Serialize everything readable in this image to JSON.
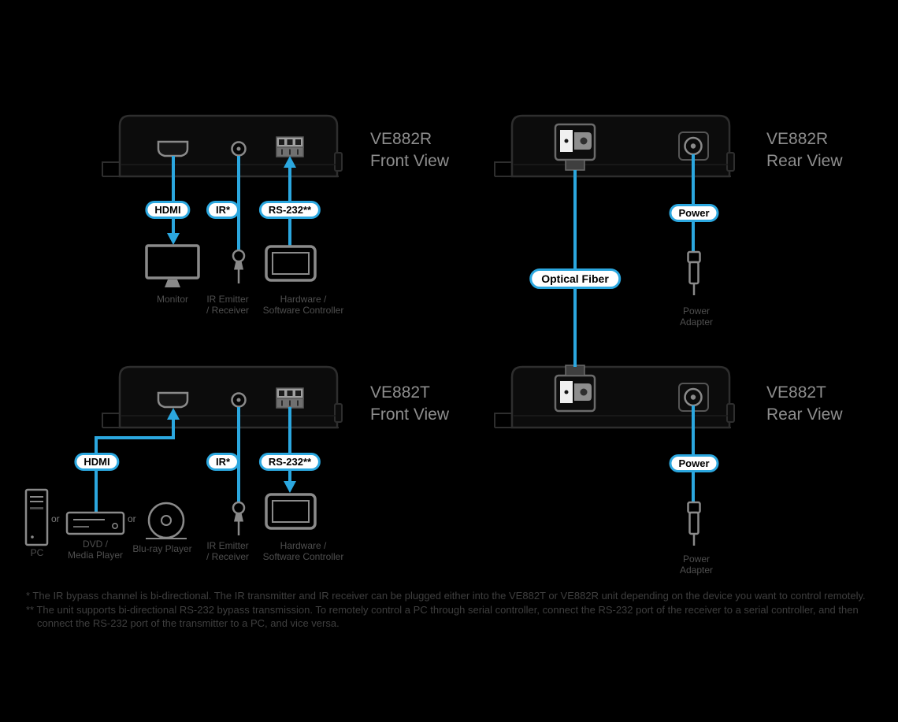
{
  "colors": {
    "accent_blue": "#2BA7DF",
    "background": "#000000",
    "caption_gray": "#8E8E8E"
  },
  "panels": {
    "receiver_front": {
      "model": "VE882R",
      "view": "Front View"
    },
    "receiver_rear": {
      "model": "VE882R",
      "view": "Rear View"
    },
    "transmitter_front": {
      "model": "VE882T",
      "view": "Front View"
    },
    "transmitter_rear": {
      "model": "VE882T",
      "view": "Rear View"
    }
  },
  "connector_labels": {
    "hdmi": "HDMI",
    "ir": "IR*",
    "rs232": "RS-232**",
    "power": "Power",
    "optical_fiber": "Optical Fiber"
  },
  "peripherals": {
    "monitor": "Monitor",
    "ir_emitter": {
      "line1": "IR Emitter",
      "line2": "/ Receiver"
    },
    "controller": {
      "line1": "Hardware /",
      "line2": "Software Controller"
    },
    "power_adapter": {
      "line1": "Power",
      "line2": "Adapter"
    },
    "pc": "PC",
    "dvd": {
      "line1": "DVD /",
      "line2": "Media Player"
    },
    "bluray": "Blu-ray Player",
    "or": "or"
  },
  "footnotes": {
    "line1": "* The IR bypass channel is bi-directional. The IR transmitter and IR receiver can be plugged either into the VE882T or VE882R unit depending on the device you want to control remotely.",
    "line2": "** The unit supports bi-directional RS-232 bypass transmission. To remotely control a PC through serial controller, connect the RS-232 port of the receiver to a serial controller, and then",
    "line3": "connect the RS-232 port of the transmitter to a PC, and vice versa."
  }
}
